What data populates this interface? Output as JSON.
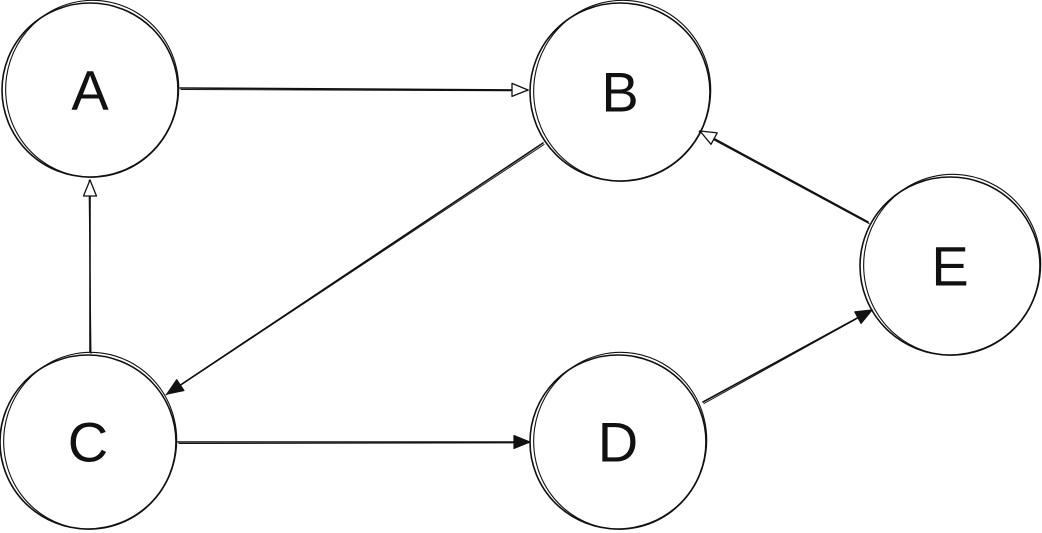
{
  "diagram": {
    "nodes": [
      {
        "id": "A",
        "label": "A"
      },
      {
        "id": "B",
        "label": "B"
      },
      {
        "id": "C",
        "label": "C"
      },
      {
        "id": "D",
        "label": "D"
      },
      {
        "id": "E",
        "label": "E"
      }
    ],
    "edges": [
      {
        "from": "A",
        "to": "B",
        "arrowhead": "open"
      },
      {
        "from": "B",
        "to": "C",
        "arrowhead": "filled"
      },
      {
        "from": "C",
        "to": "A",
        "arrowhead": "open"
      },
      {
        "from": "C",
        "to": "D",
        "arrowhead": "filled"
      },
      {
        "from": "D",
        "to": "E",
        "arrowhead": "filled"
      },
      {
        "from": "E",
        "to": "B",
        "arrowhead": "open"
      }
    ],
    "colors": {
      "stroke": "#111111",
      "background": "#ffffff"
    }
  }
}
